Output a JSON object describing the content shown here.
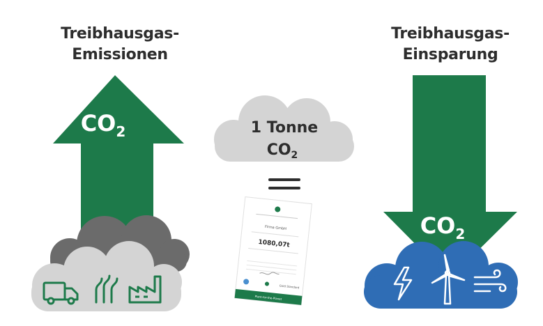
{
  "left": {
    "title_line1": "Treibhausgas-",
    "title_line2": "Emissionen",
    "arrow_label_main": "CO",
    "arrow_label_sub": "2",
    "icons": [
      "truck-icon",
      "exhaust-fumes-icon",
      "factory-icon"
    ]
  },
  "center": {
    "cloud_line1": "1 Tonne",
    "cloud_main": "CO",
    "cloud_sub": "2",
    "certificate": {
      "company": "Firma GmbH",
      "value": "1080,07t",
      "footer_brand": "Plant-for-the-Planet",
      "gold_standard": "Gold Standard"
    }
  },
  "right": {
    "title_line1": "Treibhausgas-",
    "title_line2": "Einsparung",
    "arrow_label_main": "CO",
    "arrow_label_sub": "2",
    "icons": [
      "lightning-icon",
      "wind-turbine-icon",
      "wind-icon"
    ]
  },
  "colors": {
    "green": "#1d7a4a",
    "gray_cloud": "#d4d4d4",
    "dark_cloud": "#6b6b6b",
    "blue_cloud": "#2f6db5",
    "text": "#2d2d2d"
  }
}
